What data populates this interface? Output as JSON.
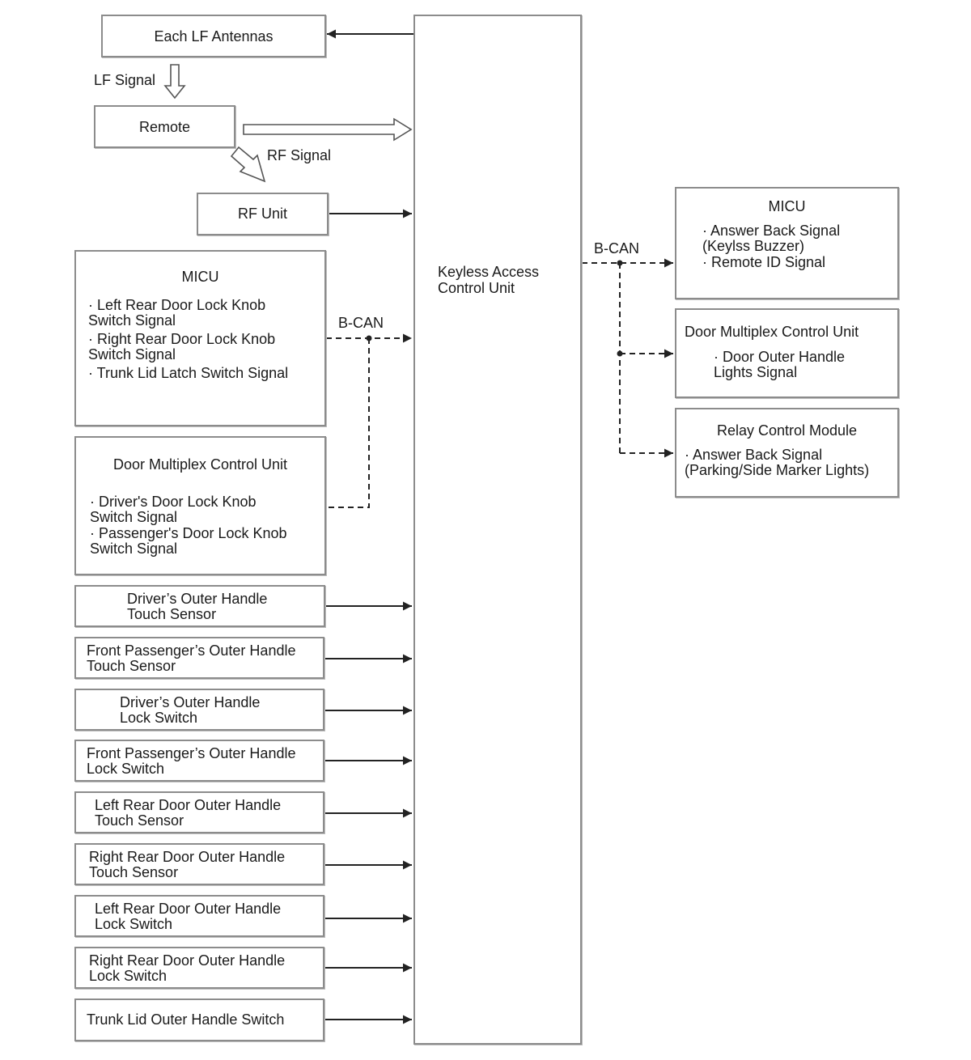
{
  "keyless_unit": {
    "lines": [
      "Keyless Access",
      "Control Unit"
    ]
  },
  "lf_antennas": {
    "label": "Each LF Antennas"
  },
  "lf_signal_label": "LF Signal",
  "remote": {
    "label": "Remote"
  },
  "rf_signal_label": "RF Signal",
  "rf_unit": {
    "label": "RF Unit"
  },
  "bcan_left_label": "B-CAN",
  "bcan_right_label": "B-CAN",
  "micu_left": {
    "title": "MICU",
    "lines": [
      "· Left Rear Door Lock Knob",
      "Switch Signal",
      "· Right Rear Door Lock Knob",
      "Switch Signal",
      "· Trunk Lid Latch Switch Signal"
    ]
  },
  "door_mux_left": {
    "title": "Door Multiplex Control Unit",
    "lines": [
      "· Driver's Door Lock Knob",
      "Switch Signal",
      "· Passenger's Door Lock Knob",
      "Switch Signal"
    ]
  },
  "sensors": [
    {
      "lines": [
        "Driver’s Outer Handle",
        "Touch Sensor"
      ]
    },
    {
      "lines": [
        "Front Passenger’s Outer Handle",
        "Touch Sensor"
      ]
    },
    {
      "lines": [
        "Driver’s Outer Handle",
        "Lock Switch"
      ]
    },
    {
      "lines": [
        "Front Passenger’s Outer Handle",
        "Lock Switch"
      ]
    },
    {
      "lines": [
        "Left Rear Door Outer Handle",
        "Touch Sensor"
      ]
    },
    {
      "lines": [
        "Right Rear Door Outer Handle",
        "Touch Sensor"
      ]
    },
    {
      "lines": [
        "Left Rear Door Outer Handle",
        "Lock Switch"
      ]
    },
    {
      "lines": [
        "Right Rear Door Outer Handle",
        "Lock Switch"
      ]
    },
    {
      "lines": [
        "Trunk Lid Outer Handle Switch"
      ]
    }
  ],
  "micu_right": {
    "title": "MICU",
    "lines": [
      "· Answer Back Signal",
      "(Keylss Buzzer)",
      "· Remote ID Signal"
    ]
  },
  "door_mux_right": {
    "title": "Door Multiplex Control Unit",
    "lines": [
      "· Door Outer Handle",
      "Lights Signal"
    ]
  },
  "relay_module": {
    "title": "Relay Control Module",
    "lines": [
      "· Answer Back Signal",
      "(Parking/Side Marker Lights)"
    ]
  }
}
